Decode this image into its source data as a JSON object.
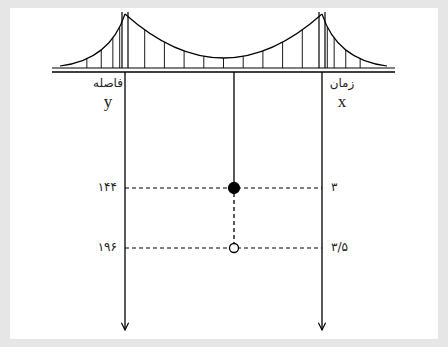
{
  "diagram": {
    "labels": [
      "فاصله",
      "y",
      "زمان",
      "x",
      "۱۴۴",
      "۱۹۶",
      "۳",
      "۳/۵"
    ]
  }
}
